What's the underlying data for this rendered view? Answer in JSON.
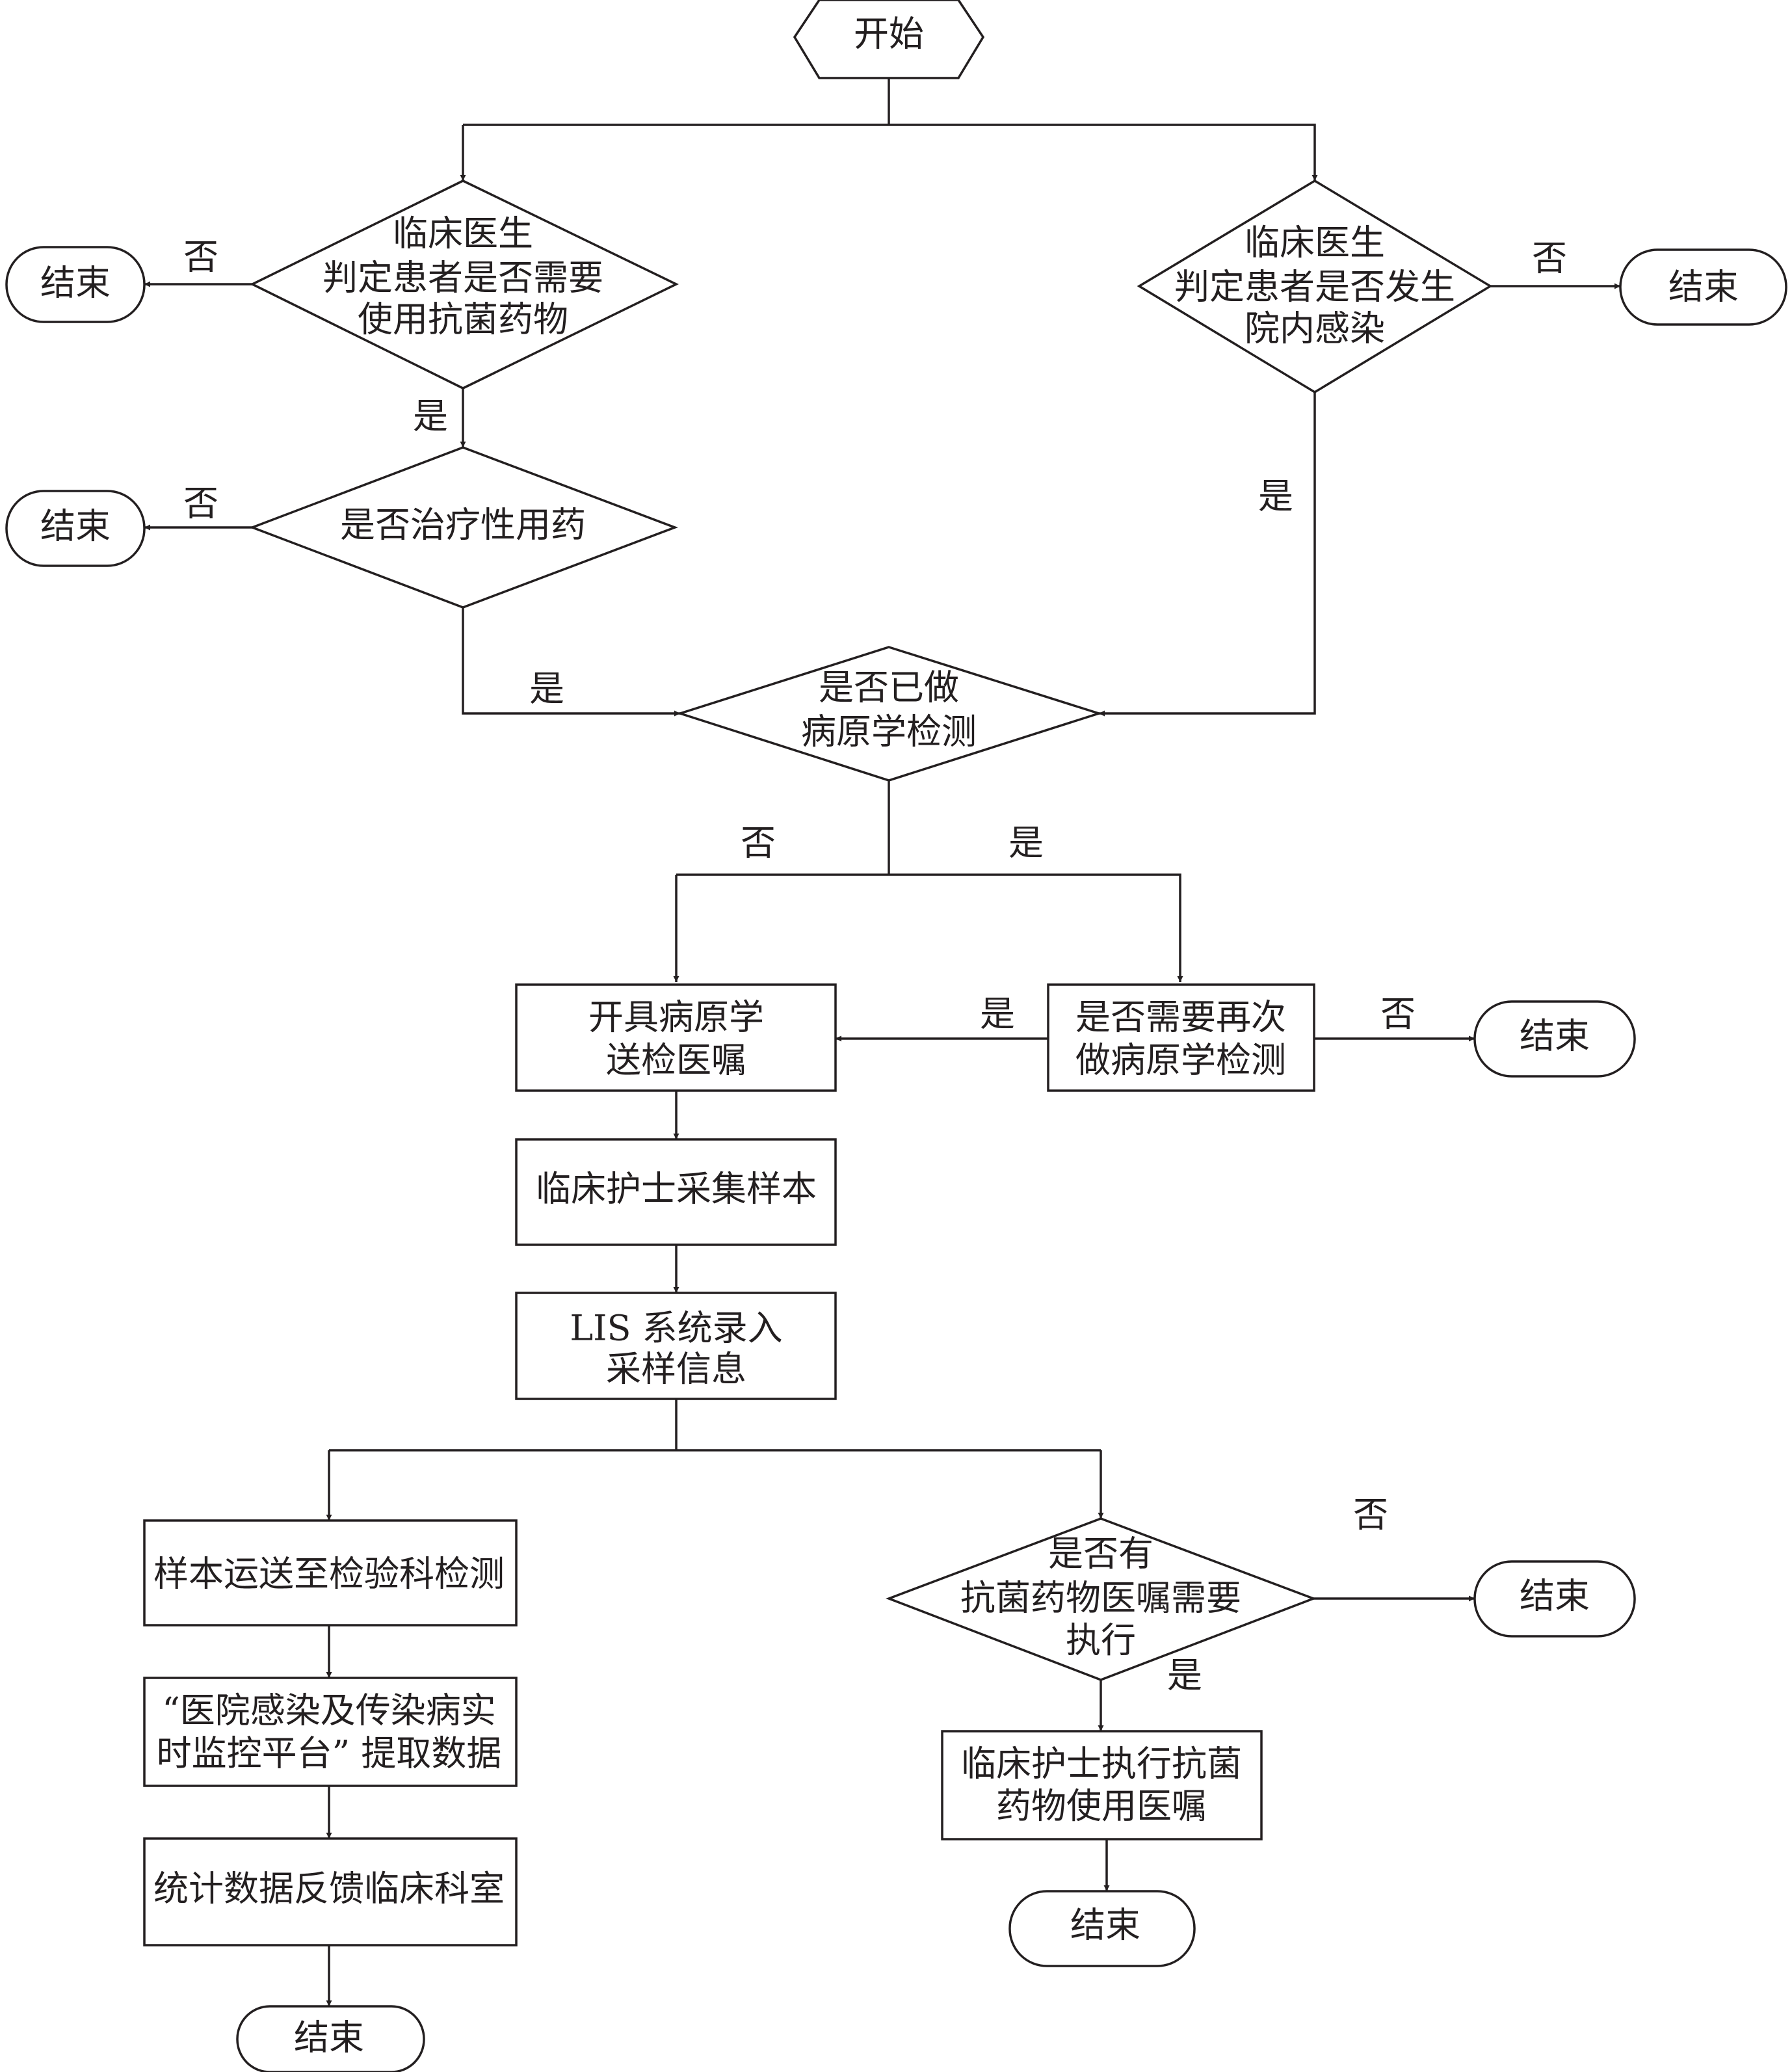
{
  "nodes": {
    "start": [
      "开始"
    ],
    "d_need_antibiotic": [
      "临床医生",
      "判定患者是否需要",
      "使用抗菌药物"
    ],
    "end_1": [
      "结束"
    ],
    "d_therapeutic": [
      "是否治疗性用药"
    ],
    "end_2": [
      "结束"
    ],
    "d_hospital_infection": [
      "临床医生",
      "判定患者是否发生",
      "院内感染"
    ],
    "end_3": [
      "结束"
    ],
    "d_pathogen_done": [
      "是否已做",
      "病原学检测"
    ],
    "p_order_pathogen": [
      "开具病原学",
      "送检医嘱"
    ],
    "p_need_again": [
      "是否需要再次",
      "做病原学检测"
    ],
    "end_4": [
      "结束"
    ],
    "p_nurse_collect": [
      "临床护士采集样本"
    ],
    "p_lis_entry": [
      "LIS 系统录入",
      "采样信息"
    ],
    "p_transport": [
      "样本运送至检验科检测"
    ],
    "p_platform": [
      "“医院感染及传染病实",
      "时监控平台” 提取数据"
    ],
    "p_feedback": [
      "统计数据反馈临床科室"
    ],
    "end_5": [
      "结束"
    ],
    "d_has_order": [
      "是否有",
      "抗菌药物医嘱需要",
      "执行"
    ],
    "end_6": [
      "结束"
    ],
    "p_nurse_execute": [
      "临床护士执行抗菌",
      "药物使用医嘱"
    ],
    "end_7": [
      "结束"
    ]
  },
  "edge_labels": {
    "no_need_antibiotic": "否",
    "yes_need_antibiotic": "是",
    "no_therapeutic": "否",
    "yes_therapeutic": "是",
    "no_hospital_infection": "否",
    "yes_hospital_infection": "是",
    "no_pathogen_done": "否",
    "yes_pathogen_done": "是",
    "yes_need_again": "是",
    "no_need_again": "否",
    "no_has_order": "否",
    "yes_has_order": "是"
  }
}
